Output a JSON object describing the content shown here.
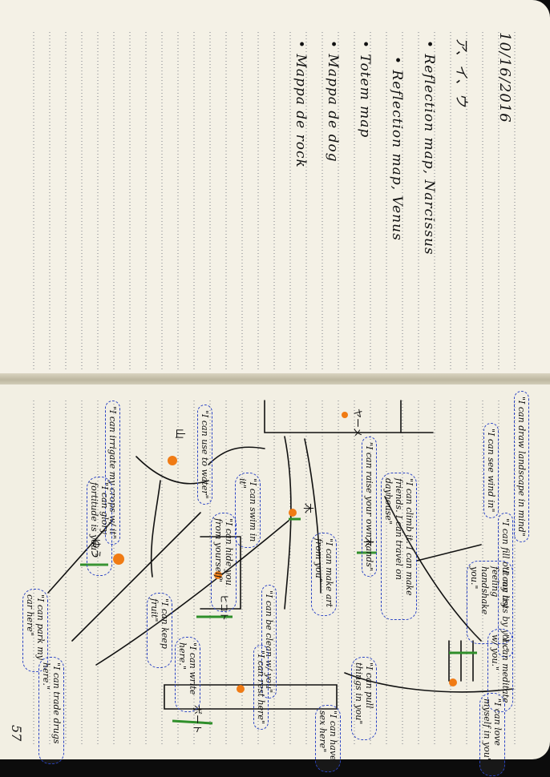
{
  "top_page": {
    "date": "10/16/2016",
    "title": "ア、イ、ウ",
    "bullets": [
      "• Reflection map, Narcissus",
      "• Reflection map, Venus",
      "• Totem map",
      "• Mappa de dog",
      "• Mappa de rock"
    ]
  },
  "bottom_page": {
    "page_number": "57",
    "bubbles": [
      "\"I can irrigate my crops w/ it\"",
      "\"I can use to water\"",
      "\"I can draw landscape in mind\"",
      "\"I can see wind in\"",
      "\"I can raise your own hands\"",
      "\"I can climb it. I can make friends. I can travel on dayhouse\"",
      "\"I can fill out my lists by you.\"",
      "\"I can try feeling handshake you.\"",
      "\"I can meditate w/ you.\"",
      "\"I can glory fortitude is you.\"",
      "\"I can park my car here\"",
      "\"I can trade drugs here.\"",
      "\"I can swim in it\"",
      "\"I can hide you from yourself\"",
      "\"I can make art from you\"",
      "\"I can be clean w/ you\"",
      "\"I can keep fruit\"",
      "\"I can write here.\"",
      "\"I can rest here\"",
      "\"I can pull things in you\"",
      "\"I can have sex here\"",
      "\"I can love myself in you\""
    ],
    "labels": [
      "ゆう",
      "山",
      "木",
      "ヒコト",
      "ボート",
      "木",
      "ヤーメ"
    ]
  },
  "colors": {
    "ink": "#111111",
    "blue_pen": "#2a43c4",
    "green_pen": "#2f8f2a",
    "orange_pen": "#f07b14",
    "paper": "#f4f1e6"
  }
}
